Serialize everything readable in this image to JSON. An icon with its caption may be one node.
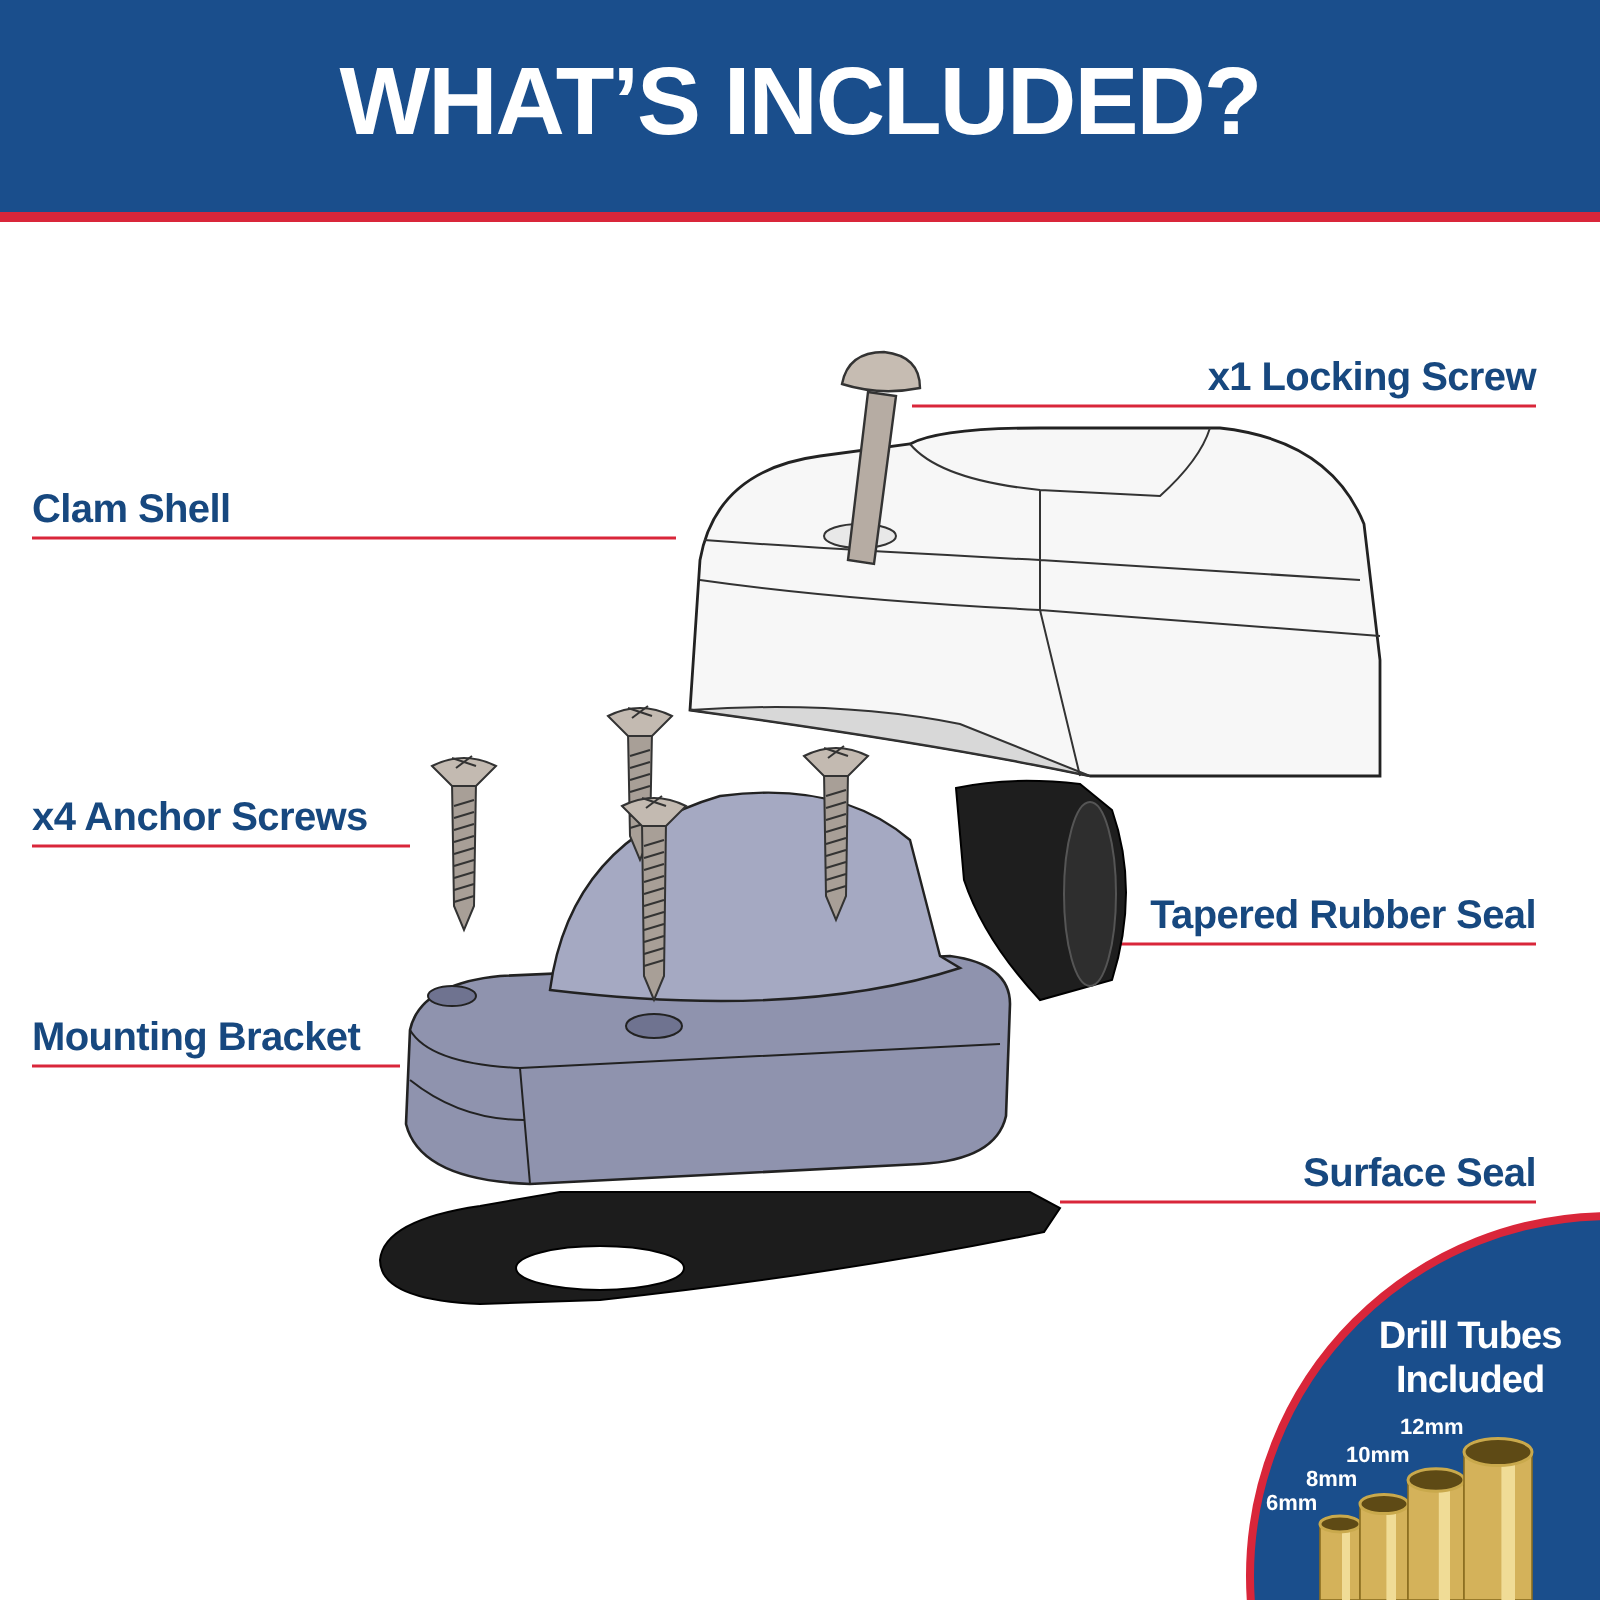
{
  "diagram": {
    "title": "WHAT’S INCLUDED?",
    "nodes": [
      {
        "text": [
          "x1 Locking Screw"
        ]
      },
      {
        "text": [
          "Clam Shell"
        ]
      },
      {
        "text": [
          "x4 Anchor Screws"
        ]
      },
      {
        "text": [
          "Tapered Rubber Seal"
        ]
      },
      {
        "text": [
          "Mounting Bracket"
        ]
      },
      {
        "text": [
          "Surface Seal"
        ]
      },
      {
        "text": [
          "Drill Tubes Included"
        ]
      },
      {
        "text": [],
        "shape": "picture"
      },
      {
        "text": [],
        "shape": "picture"
      },
      {
        "text": [],
        "shape": "picture"
      },
      {
        "text": [],
        "shape": "picture"
      },
      {
        "text": [],
        "shape": "picture"
      },
      {
        "text": [],
        "shape": "picture"
      }
    ],
    "edges": [
      {
        "from": 0,
        "to": 7,
        "arrow": "none"
      },
      {
        "from": 1,
        "to": 8,
        "arrow": "none"
      },
      {
        "from": 2,
        "to": 9,
        "arrow": "none"
      },
      {
        "from": 3,
        "to": 10,
        "arrow": "none"
      },
      {
        "from": 4,
        "to": 11,
        "arrow": "none"
      },
      {
        "from": 5,
        "to": 12,
        "arrow": "none"
      }
    ],
    "labels": [
      "12mm",
      "10mm",
      "8mm",
      "6mm"
    ]
  }
}
